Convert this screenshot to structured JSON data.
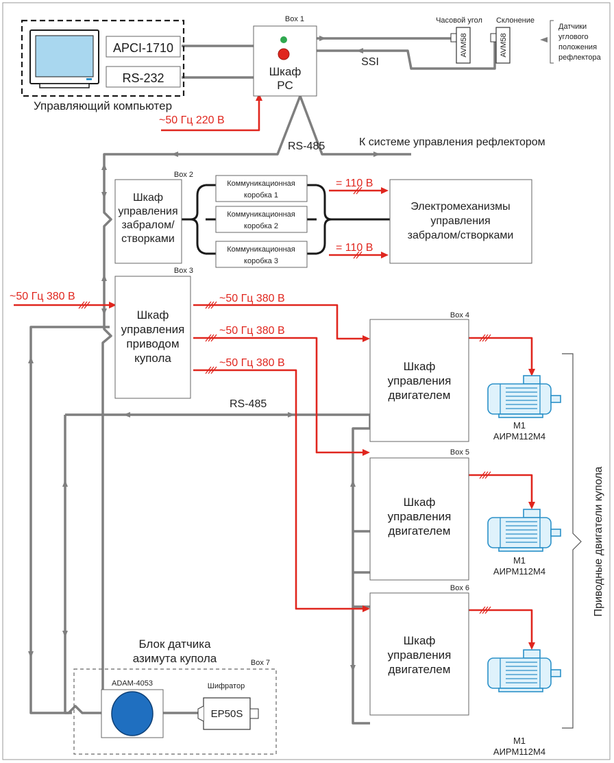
{
  "computer": {
    "label": "Управляющий компьютер",
    "card1": "APCI-1710",
    "card2": "RS-232"
  },
  "box1": {
    "tag": "Box 1",
    "line1": "Шкаф",
    "line2": "PC"
  },
  "ssi": "SSI",
  "encoders": {
    "hour_angle": "Часовой угол",
    "declination": "Склонение",
    "model": "AVM58",
    "sensors_line1": "Датчики",
    "sensors_line2": "углового",
    "sensors_line3": "положения",
    "sensors_line4": "рефлектора"
  },
  "power_220": "~50 Гц 220 В",
  "rs485_top": "RS-485",
  "reflector_link": "К системе управления рефлектором",
  "box2": {
    "tag": "Box 2",
    "line1": "Шкаф",
    "line2": "управления",
    "line3": "забралом/",
    "line4": "створками"
  },
  "comm_boxes": [
    {
      "line1": "Коммуникационная",
      "line2": "коробка 1"
    },
    {
      "line1": "Коммуникационная",
      "line2": "коробка 2"
    },
    {
      "line1": "Коммуникационная",
      "line2": "коробка 3"
    }
  ],
  "dc_110_a": "= 110 В",
  "dc_110_b": "= 110 В",
  "electromech": {
    "line1": "Электромеханизмы",
    "line2": "управления",
    "line3": "забралом/створками"
  },
  "box3": {
    "tag": "Box 3",
    "line1": "Шкаф",
    "line2": "управления",
    "line3": "приводом",
    "line4": "купола"
  },
  "power_380_in": "~50 Гц 380 В",
  "power_380_out": [
    "~50 Гц 380 В",
    "~50 Гц 380 В",
    "~50 Гц 380 В"
  ],
  "rs485_mid": "RS-485",
  "motor_boxes": [
    {
      "tag": "Box 4",
      "line1": "Шкаф",
      "line2": "управления",
      "line3": "двигателем"
    },
    {
      "tag": "Box 5",
      "line1": "Шкаф",
      "line2": "управления",
      "line3": "двигателем"
    },
    {
      "tag": "Box 6",
      "line1": "Шкаф",
      "line2": "управления",
      "line3": "двигателем"
    }
  ],
  "motors": [
    {
      "name": "M1",
      "model": "АИРМ112М4"
    },
    {
      "name": "M1",
      "model": "АИРМ112М4"
    },
    {
      "name": "M1",
      "model": "АИРМ112М4"
    }
  ],
  "drives_label": "Приводные двигатели купола",
  "azimuth": {
    "title1": "Блок датчика",
    "title2": "азимута купола",
    "tag": "Box 7",
    "adam": "ADAM-4053",
    "encoder_caption": "Шифратор",
    "encoder": "EP50S"
  },
  "colors": {
    "power": "#e0261e",
    "signal": "#7f7f7f",
    "bus": "#1a1a1a",
    "motor": "#2a90c8",
    "adam": "#1f6fc0"
  }
}
